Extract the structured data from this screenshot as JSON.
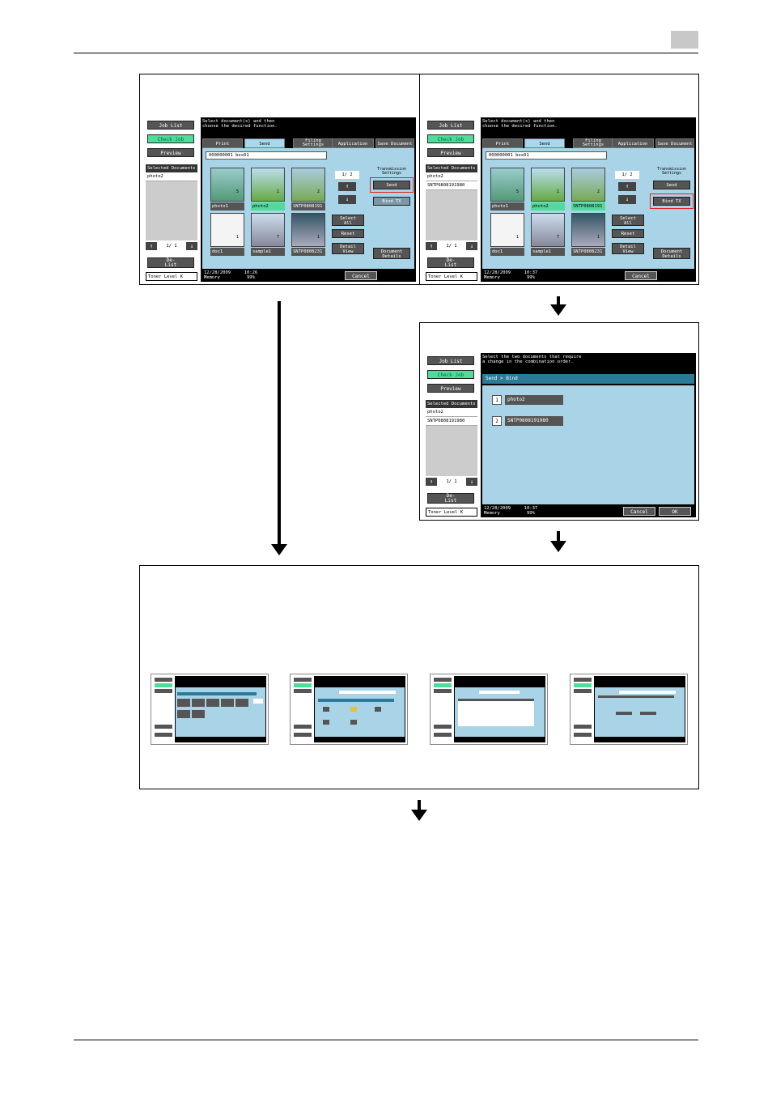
{
  "screen1": {
    "sidebar": {
      "job_list": "Job List",
      "check_job": "Check Job",
      "preview": "Preview",
      "selected_header": "Selected Documents",
      "selected_items": [
        "photo2"
      ],
      "page": "1/  1",
      "delete_list": "De-\nList",
      "toner": "Toner Level  K"
    },
    "instruction": "Select document(s) and then\nchoose the desired function.",
    "tabs": [
      "Print",
      "Send",
      "Filing\nSettings",
      "Application",
      "Save Document"
    ],
    "box_header": "000000001   box01",
    "documents": [
      {
        "name": "photo1",
        "count": "5",
        "highlight": false
      },
      {
        "name": "photo2",
        "count": "1",
        "highlight": true
      },
      {
        "name": "SNTP0808191",
        "count": "2",
        "highlight": false
      },
      {
        "name": "doc1",
        "count": "1",
        "highlight": false
      },
      {
        "name": "sample1",
        "count": "7",
        "highlight": false
      },
      {
        "name": "SNTP0808231",
        "count": "1",
        "highlight": false
      }
    ],
    "thumb_page": "1/  2",
    "select_all": "Select\nAll",
    "reset": "Reset",
    "detail_view": "Detail\nView",
    "tx_settings": "Transmission\nSettings",
    "send": "Send",
    "bind_tx": "Bind TX",
    "document_details": "Document\nDetails",
    "date": "12/28/2009     10:26",
    "memory": "Memory          99%",
    "cancel": "Cancel"
  },
  "screen2": {
    "sidebar": {
      "job_list": "Job List",
      "check_job": "Check Job",
      "preview": "Preview",
      "selected_header": "Selected Documents",
      "selected_items": [
        "photo2",
        "SNTP0808191980"
      ],
      "page": "1/  1",
      "delete_list": "De-\nList",
      "toner": "Toner Level  K"
    },
    "instruction": "Select document(s) and then\nchoose the desired function.",
    "tabs": [
      "Print",
      "Send",
      "Filing\nSettings",
      "Application",
      "Save Document"
    ],
    "box_header": "000000001   box01",
    "documents": [
      {
        "name": "photo1",
        "count": "5",
        "highlight": false
      },
      {
        "name": "photo2",
        "count": "1",
        "highlight": true
      },
      {
        "name": "SNTP0808191",
        "count": "2",
        "highlight": true
      },
      {
        "name": "doc1",
        "count": "1",
        "highlight": false
      },
      {
        "name": "sample1",
        "count": "7",
        "highlight": false
      },
      {
        "name": "SNTP0808231",
        "count": "1",
        "highlight": false
      }
    ],
    "thumb_page": "1/  2",
    "select_all": "Select\nAll",
    "reset": "Reset",
    "detail_view": "Detail\nView",
    "tx_settings": "Transmission\nSettings",
    "send": "Send",
    "bind_tx": "Bind TX",
    "document_details": "Document\nDetails",
    "date": "12/28/2009     10:37",
    "memory": "Memory          99%",
    "cancel": "Cancel"
  },
  "screen3": {
    "sidebar": {
      "job_list": "Job List",
      "check_job": "Check Job",
      "preview": "Preview",
      "selected_header": "Selected Documents",
      "selected_items": [
        "photo2",
        "SNTP0808191980"
      ],
      "page": "1/  1",
      "delete_list": "De-\nList",
      "toner": "Toner Level  K"
    },
    "instruction": "Select the two documents that require\na change in the combination order.",
    "header": "Send > Bind",
    "rows": [
      {
        "num": "1",
        "name": "photo2"
      },
      {
        "num": "2",
        "name": "SNTP0808191980"
      }
    ],
    "date": "12/28/2009     10:37",
    "memory": "Memory          99%",
    "cancel": "Cancel",
    "ok": "OK"
  },
  "colors": {
    "panel_blue": "#a9d4e8",
    "highlight_green": "#4fdc9a",
    "red_box": "#e02020"
  }
}
